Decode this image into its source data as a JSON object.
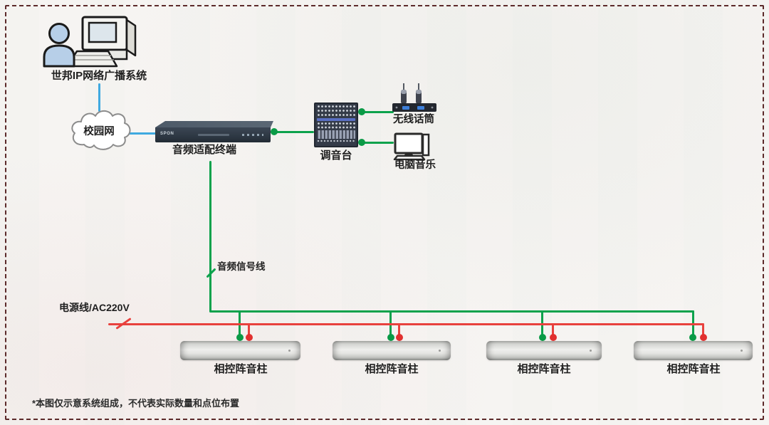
{
  "diagram": {
    "source_system": {
      "label": "世邦IP网络广播系统"
    },
    "network_cloud": {
      "label": "校园网"
    },
    "audio_adapter": {
      "label": "音频适配终端",
      "logo": "SPON"
    },
    "mixer": {
      "label": "调音台"
    },
    "wireless_mic": {
      "label": "无线话筒"
    },
    "pc_music": {
      "label": "电脑音乐"
    },
    "speakers": [
      {
        "label": "相控阵音柱"
      },
      {
        "label": "相控阵音柱"
      },
      {
        "label": "相控阵音柱"
      },
      {
        "label": "相控阵音柱"
      }
    ],
    "audio_signal_line_label": "音频信号线",
    "power_line_label": "电源线/AC220V",
    "footnote": "*本图仅示意系统组成，不代表实际数量和点位布置"
  },
  "colors": {
    "network_line": "#3fa9e0",
    "audio_line": "#0ca24c",
    "power_line": "#e8413d",
    "frame_border": "#5c2a2a"
  }
}
